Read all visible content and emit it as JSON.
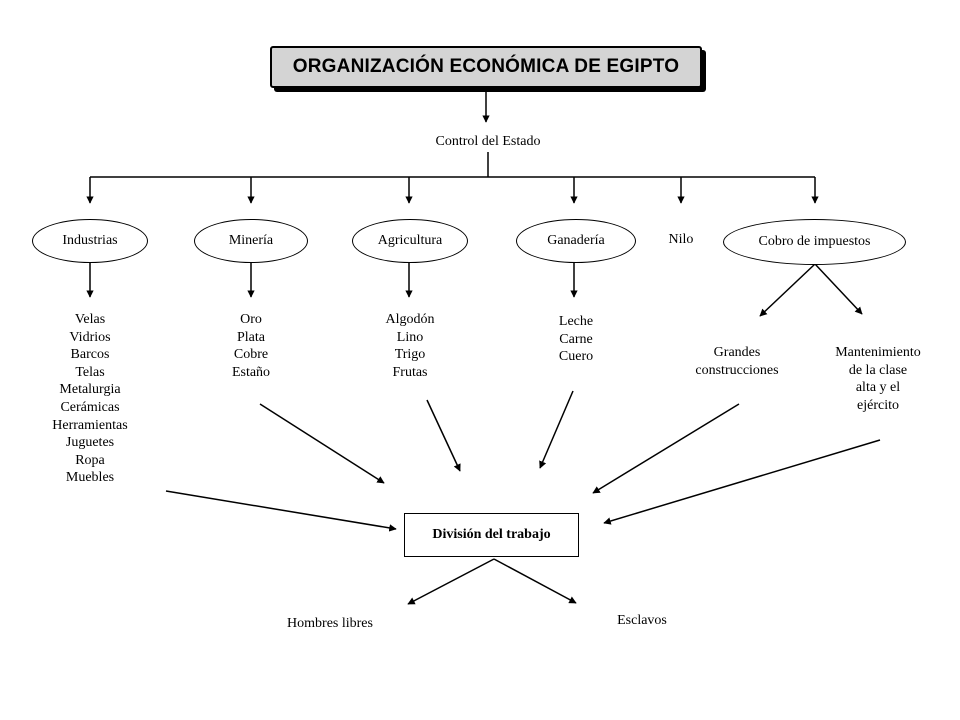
{
  "title": "ORGANIZACIÓN ECONÓMICA DE EGIPTO",
  "control": "Control del Estado",
  "nodes": {
    "industrias": "Industrias",
    "mineria": "Minería",
    "agricultura": "Agricultura",
    "ganaderia": "Ganadería",
    "nilo": "Nilo",
    "impuestos": "Cobro de impuestos"
  },
  "lists": {
    "industrias": [
      "Velas",
      "Vidrios",
      "Barcos",
      "Telas",
      "Metalurgia",
      "Cerámicas",
      "Herramientas",
      "Juguetes",
      "Ropa",
      "Muebles"
    ],
    "mineria": [
      "Oro",
      "Plata",
      "Cobre",
      "Estaño"
    ],
    "agricultura": [
      "Algodón",
      "Lino",
      "Trigo",
      "Frutas"
    ],
    "ganaderia": [
      "Leche",
      "Carne",
      "Cuero"
    ]
  },
  "impuestos_branches": {
    "grandes": [
      "Grandes",
      "construcciones"
    ],
    "mantenimiento": [
      "Mantenimiento",
      "de la clase",
      "alta y el",
      "ejército"
    ]
  },
  "division": "División del trabajo",
  "outcomes": {
    "hombres": "Hombres libres",
    "esclavos": "Esclavos"
  }
}
